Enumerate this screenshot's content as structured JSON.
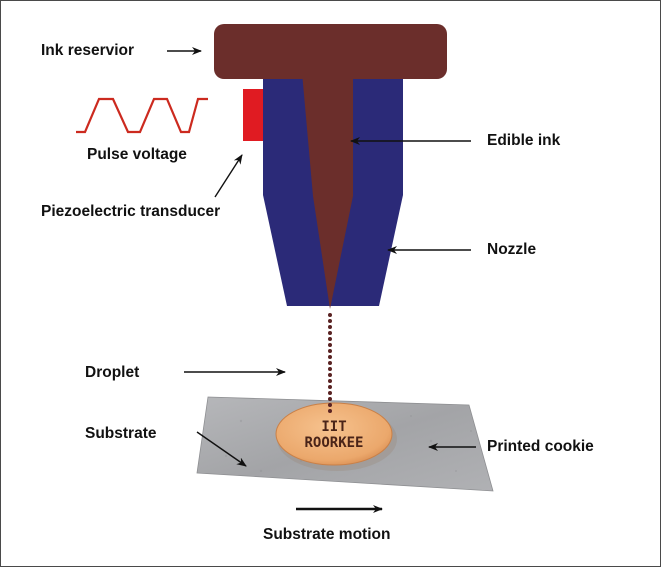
{
  "labels": {
    "ink_reservoir": "Ink reservior",
    "pulse_voltage": "Pulse voltage",
    "piezo": "Piezoelectric transducer",
    "edible_ink": "Edible ink",
    "nozzle": "Nozzle",
    "droplet": "Droplet",
    "substrate": "Substrate",
    "printed_cookie": "Printed cookie",
    "substrate_motion": "Substrate motion"
  },
  "cookie_text": {
    "line1": "IIT",
    "line2": "ROORKEE"
  },
  "colors": {
    "reservoir": "#6b2e2b",
    "ink": "#6b2e2b",
    "nozzle": "#2b2a78",
    "piezo": "#e01b22",
    "pulse_wave": "#cc2a1f",
    "droplet": "#5a2323",
    "substrate": "#a7a8ab",
    "cookie": "#f1b27a",
    "arrow": "#111111"
  },
  "icons": [
    "arrow-icon",
    "pulse-wave-icon"
  ]
}
